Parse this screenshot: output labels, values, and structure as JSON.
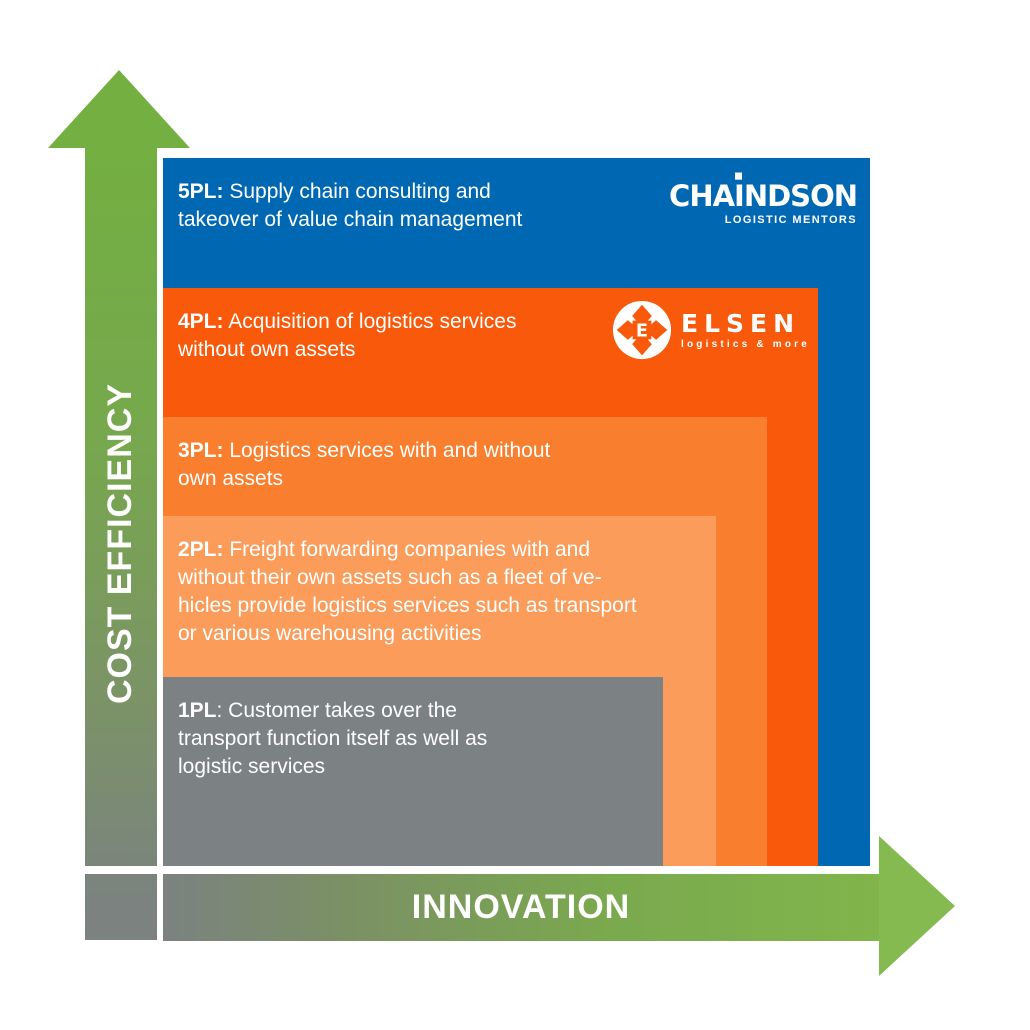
{
  "diagram": {
    "y_axis_label": "COST EFFICIENCY",
    "x_axis_label": "INNOVATION"
  },
  "layers": [
    {
      "id": "5pl",
      "label": "5PL:",
      "lines": [
        " Supply chain consulting and",
        "takeover of value chain management"
      ]
    },
    {
      "id": "4pl",
      "label": "4PL:",
      "lines": [
        " Acquisition of logistics services",
        "without own assets"
      ]
    },
    {
      "id": "3pl",
      "label": "3PL:",
      "lines": [
        " Logistics services with and without",
        "own assets"
      ]
    },
    {
      "id": "2pl",
      "label": "2PL:",
      "lines": [
        " Freight forwarding companies with and",
        "without their own assets such as a fleet of ve-",
        "hicles provide logistics services such as transport",
        "or various warehousing activities"
      ]
    },
    {
      "id": "1pl",
      "label": "1PL",
      "lines": [
        ": Customer takes over the",
        "transport function itself as well as",
        "logistic services"
      ]
    }
  ],
  "logos": {
    "chaindson": {
      "wordmark": "CHAINDSON",
      "tagline": "LOGISTIC MENTORS"
    },
    "elsen": {
      "wordmark": "ELSEN",
      "tagline": "logistics & more",
      "monogram": "E"
    }
  },
  "colors": {
    "pl5_blue": "#0068b3",
    "pl4_orange": "#f9590b",
    "pl3_orange": "#f97e2d",
    "pl2_orange": "#fb9c5b",
    "pl1_gray": "#7c8284",
    "arrow_green": "#73af41",
    "arrow_head_green": "#85ba50",
    "arrow_tail_gray": "#7b8280",
    "text_white": "#ffffff"
  }
}
